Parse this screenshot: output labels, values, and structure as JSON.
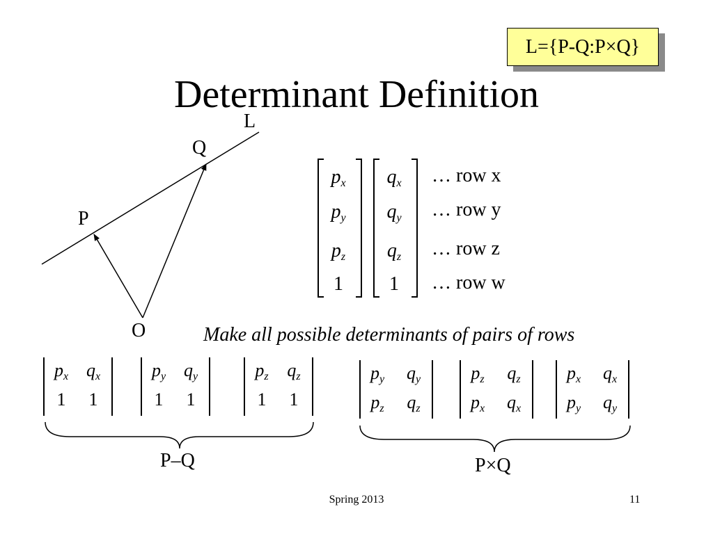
{
  "slide": {
    "badge": "L={P-Q:P×Q}",
    "title": "Determinant Definition",
    "footer_center": "Spring 2013",
    "page_number": "11"
  },
  "diagram": {
    "line_label": "L",
    "point_p": "P",
    "point_q": "Q",
    "origin": "O"
  },
  "column_vectors": {
    "p": [
      {
        "v": "p",
        "s": "x"
      },
      {
        "v": "p",
        "s": "y"
      },
      {
        "v": "p",
        "s": "z"
      },
      {
        "v": "1",
        "s": ""
      }
    ],
    "q": [
      {
        "v": "q",
        "s": "x"
      },
      {
        "v": "q",
        "s": "y"
      },
      {
        "v": "q",
        "s": "z"
      },
      {
        "v": "1",
        "s": ""
      }
    ],
    "row_notes": [
      "… row x",
      "… row y",
      "… row z",
      "… row w"
    ]
  },
  "caption": "Make all possible determinants of pairs of rows",
  "pq_dets": [
    [
      [
        "p",
        "x"
      ],
      [
        "q",
        "x"
      ],
      [
        "1",
        ""
      ],
      [
        "1",
        ""
      ]
    ],
    [
      [
        "p",
        "y"
      ],
      [
        "q",
        "y"
      ],
      [
        "1",
        ""
      ],
      [
        "1",
        ""
      ]
    ],
    [
      [
        "p",
        "z"
      ],
      [
        "q",
        "z"
      ],
      [
        "1",
        ""
      ],
      [
        "1",
        ""
      ]
    ]
  ],
  "cross_dets": [
    [
      [
        "p",
        "y"
      ],
      [
        "q",
        "y"
      ],
      [
        "p",
        "z"
      ],
      [
        "q",
        "z"
      ]
    ],
    [
      [
        "p",
        "z"
      ],
      [
        "q",
        "z"
      ],
      [
        "p",
        "x"
      ],
      [
        "q",
        "x"
      ]
    ],
    [
      [
        "p",
        "x"
      ],
      [
        "q",
        "x"
      ],
      [
        "p",
        "y"
      ],
      [
        "q",
        "y"
      ]
    ]
  ],
  "brace_labels": {
    "left": "P–Q",
    "right": "P×Q"
  }
}
